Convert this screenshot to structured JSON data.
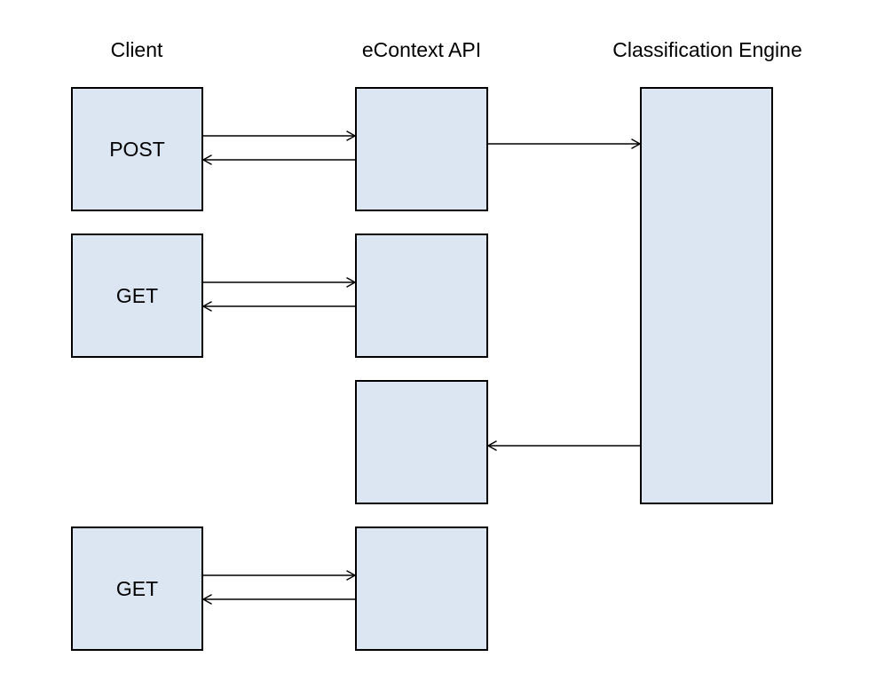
{
  "columns": {
    "client": "Client",
    "api": "eContext API",
    "engine": "Classification Engine"
  },
  "boxes": {
    "client_1": "POST",
    "client_2": "GET",
    "client_3": "GET"
  },
  "colors": {
    "box_fill": "#dce6f2",
    "stroke": "#000000"
  }
}
